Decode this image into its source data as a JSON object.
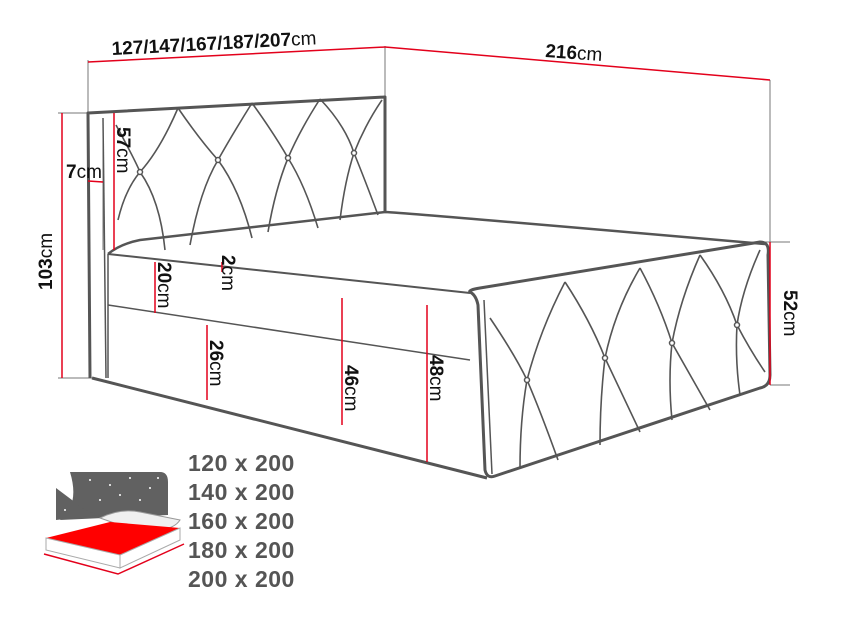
{
  "dimensions": {
    "width": {
      "value": "127/147/167/187/207",
      "unit": "cm"
    },
    "length": {
      "value": "216",
      "unit": "cm"
    },
    "total_height": {
      "value": "103",
      "unit": "cm"
    },
    "headboard_height": {
      "value": "57",
      "unit": "cm"
    },
    "headboard_thickness": {
      "value": "7",
      "unit": "cm"
    },
    "topper": {
      "value": "2",
      "unit": "cm"
    },
    "mattress": {
      "value": "20",
      "unit": "cm"
    },
    "base": {
      "value": "26",
      "unit": "cm"
    },
    "side_height": {
      "value": "46",
      "unit": "cm"
    },
    "front_height": {
      "value": "48",
      "unit": "cm"
    },
    "footboard_height": {
      "value": "52",
      "unit": "cm"
    }
  },
  "sizes": [
    "120 x 200",
    "140 x 200",
    "160 x 200",
    "180 x 200",
    "200 x 200"
  ],
  "colors": {
    "dimension_line": "#e3001b",
    "outline": "#555555",
    "mattress_icon": "#ff0000"
  }
}
